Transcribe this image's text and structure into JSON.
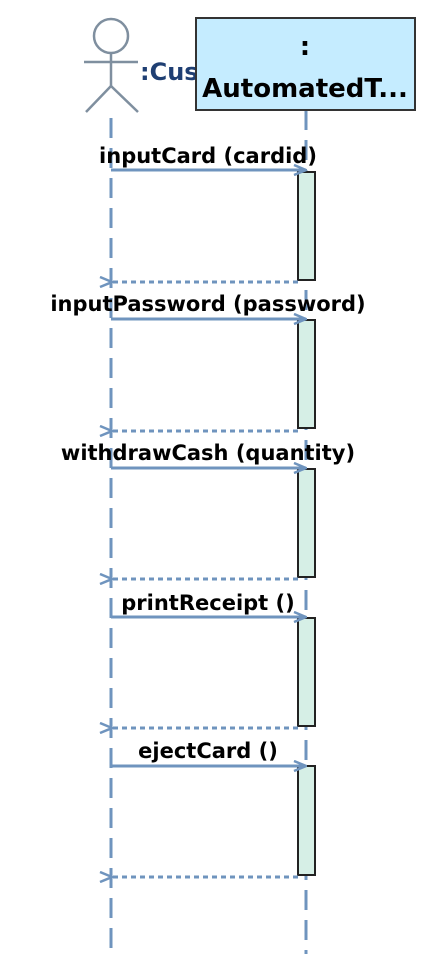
{
  "diagram": {
    "actor": {
      "label": ":Cus",
      "icon": "stick-figure-icon"
    },
    "object": {
      "label_line1": ":",
      "label_line2": "AutomatedT..."
    },
    "messages": [
      {
        "call": "inputCard (cardid)"
      },
      {
        "call": "inputPassword (password)"
      },
      {
        "call": "withdrawCash (quantity)"
      },
      {
        "call": "printReceipt ()"
      },
      {
        "call": "ejectCard ()"
      }
    ],
    "colors": {
      "lifeline": "#6f94be",
      "object_fill": "#c5ecff",
      "activation_fill": "#d6efe6",
      "text": "#000000",
      "actor_label": "#1f3f73"
    }
  }
}
